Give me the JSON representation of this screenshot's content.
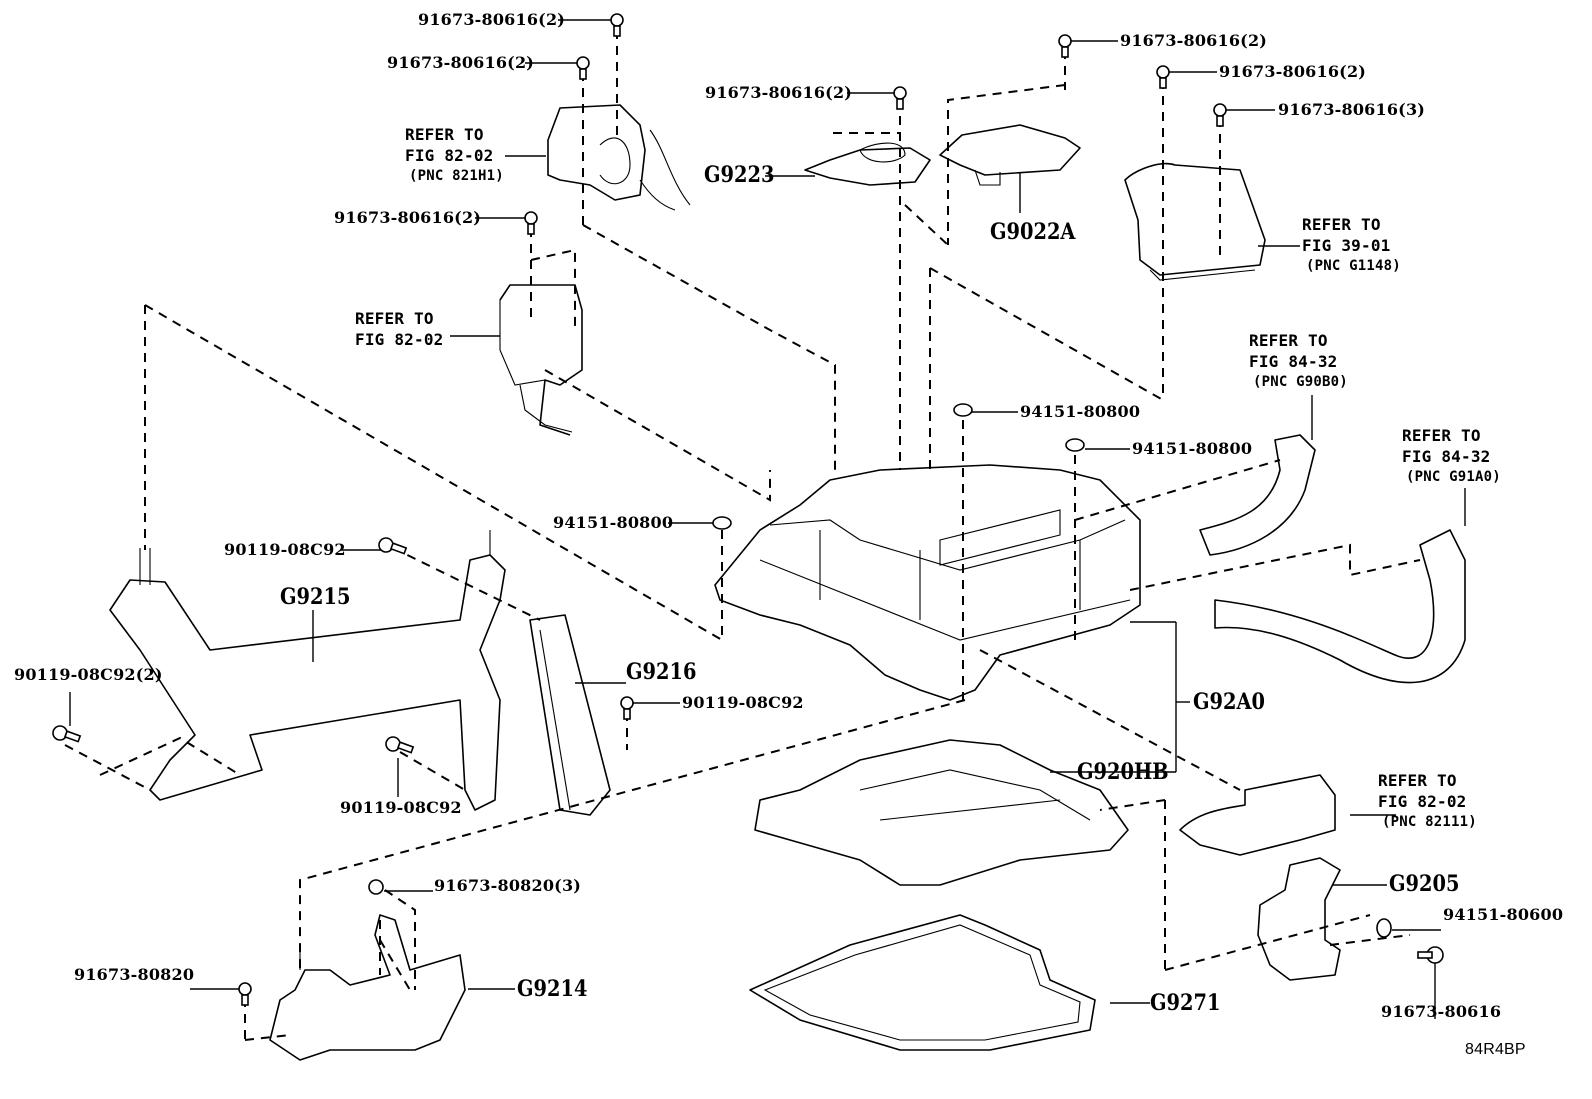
{
  "diagram": {
    "title_code": "84R4BP",
    "callouts": [
      {
        "id": "c1",
        "text": "91673-80616(2)"
      },
      {
        "id": "c2",
        "text": "91673-80616(2)"
      },
      {
        "id": "c3",
        "text": "91673-80616(2)"
      },
      {
        "id": "c4",
        "text": "91673-80616(2)"
      },
      {
        "id": "c5",
        "text": "91673-80616(2)"
      },
      {
        "id": "c6",
        "text": "91673-80616(3)"
      },
      {
        "id": "c7",
        "text": "91673-80616(2)"
      },
      {
        "id": "c8",
        "text": "94151-80800"
      },
      {
        "id": "c9",
        "text": "94151-80800"
      },
      {
        "id": "c10",
        "text": "94151-80800"
      },
      {
        "id": "c11",
        "text": "90119-08C92"
      },
      {
        "id": "c12",
        "text": "90119-08C92(2)"
      },
      {
        "id": "c13",
        "text": "90119-08C92"
      },
      {
        "id": "c14",
        "text": "90119-08C92"
      },
      {
        "id": "c15",
        "text": "91673-80820(3)"
      },
      {
        "id": "c16",
        "text": "91673-80820"
      },
      {
        "id": "c17",
        "text": "94151-80600"
      },
      {
        "id": "c18",
        "text": "91673-80616"
      }
    ],
    "parts": [
      {
        "id": "p1",
        "text": "G9223"
      },
      {
        "id": "p2",
        "text": "G9022A"
      },
      {
        "id": "p3",
        "text": "G9215"
      },
      {
        "id": "p4",
        "text": "G9216"
      },
      {
        "id": "p5",
        "text": "G92A0"
      },
      {
        "id": "p6",
        "text": "G920HB"
      },
      {
        "id": "p7",
        "text": "G9205"
      },
      {
        "id": "p8",
        "text": "G9214"
      },
      {
        "id": "p9",
        "text": "G9271"
      }
    ],
    "references": [
      {
        "id": "r1",
        "line1": "REFER TO",
        "line2": "FIG 82-02",
        "line3": "(PNC 821H1)"
      },
      {
        "id": "r2",
        "line1": "REFER TO",
        "line2": "FIG 82-02",
        "line3": ""
      },
      {
        "id": "r3",
        "line1": "REFER TO",
        "line2": "FIG 39-01",
        "line3": "(PNC G1148)"
      },
      {
        "id": "r4",
        "line1": "REFER TO",
        "line2": "FIG 84-32",
        "line3": "(PNC G90B0)"
      },
      {
        "id": "r5",
        "line1": "REFER TO",
        "line2": "FIG 84-32",
        "line3": "(PNC G91A0)"
      },
      {
        "id": "r6",
        "line1": "REFER TO",
        "line2": "FIG 82-02",
        "line3": "(PNC 82111)"
      }
    ]
  }
}
